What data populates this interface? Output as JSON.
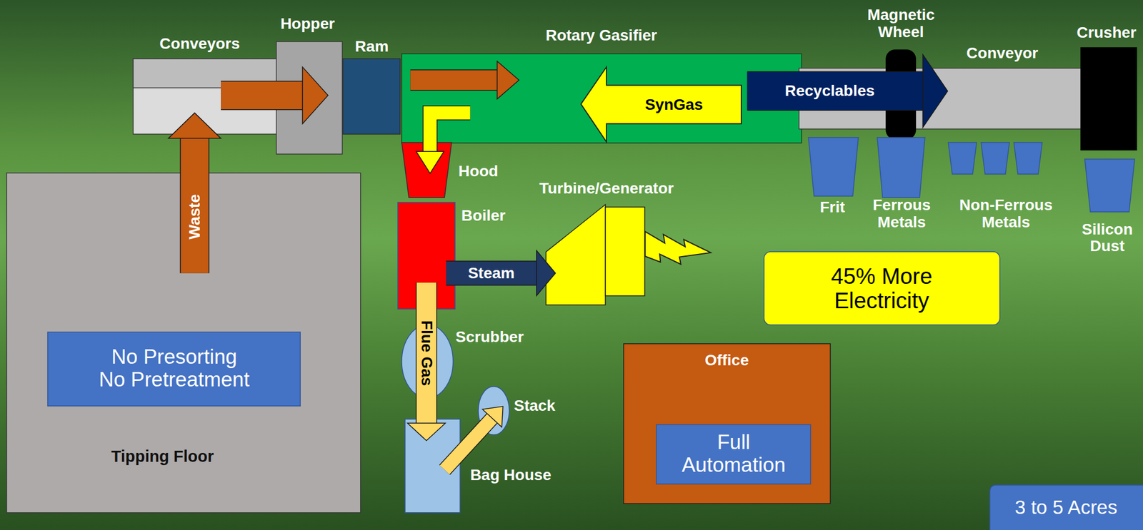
{
  "diagram": {
    "nodes": [
      {
        "text": [
          "Conveyors"
        ]
      },
      {
        "text": [
          "Hopper"
        ]
      },
      {
        "text": [
          "Ram"
        ]
      },
      {
        "text": [
          "Rotary Gasifier"
        ]
      },
      {
        "text": [
          "Hood"
        ]
      },
      {
        "text": [
          "Boiler"
        ]
      },
      {
        "text": [
          "Turbine/Generator"
        ]
      },
      {
        "text": [
          "Scrubber"
        ]
      },
      {
        "text": [
          "Bag House"
        ]
      },
      {
        "text": [
          "Stack"
        ]
      },
      {
        "text": [
          "Conveyor"
        ]
      },
      {
        "text": [
          "Magnetic Wheel"
        ]
      },
      {
        "text": [
          "Crusher"
        ]
      },
      {
        "text": [
          "Frit"
        ]
      },
      {
        "text": [
          "Ferrous Metals"
        ]
      },
      {
        "text": [
          "Non-Ferrous Metals"
        ]
      },
      {
        "text": [
          "Silicon Dust"
        ]
      },
      {
        "text": [
          "Tipping Floor"
        ]
      },
      {
        "text": [
          "No Presorting No Pretreatment"
        ],
        "in": 17
      },
      {
        "text": [
          "45% More Electricity"
        ]
      },
      {
        "text": [
          "Office"
        ]
      },
      {
        "text": [
          "Full Automation"
        ],
        "in": 20
      },
      {
        "text": [
          "3 to 5 Acres"
        ]
      }
    ],
    "edges": [
      {
        "from": 17,
        "to": 0,
        "label": "Waste",
        "arrow": "to"
      },
      {
        "from": 0,
        "to": 1,
        "arrow": "to"
      },
      {
        "from": 2,
        "to": 3,
        "arrow": "to"
      },
      {
        "from": 3,
        "to": 4,
        "arrow": "to"
      },
      {
        "from": 5,
        "to": 6,
        "label": "Steam",
        "arrow": "to"
      },
      {
        "from": 5,
        "to": 8,
        "label": "Flue Gas",
        "arrow": "to"
      },
      {
        "from": 8,
        "to": 9,
        "arrow": "to"
      },
      {
        "from": 3,
        "to": 10,
        "label": "Recyclables",
        "arrow": "to"
      }
    ],
    "labels": [
      "SynGas"
    ]
  }
}
